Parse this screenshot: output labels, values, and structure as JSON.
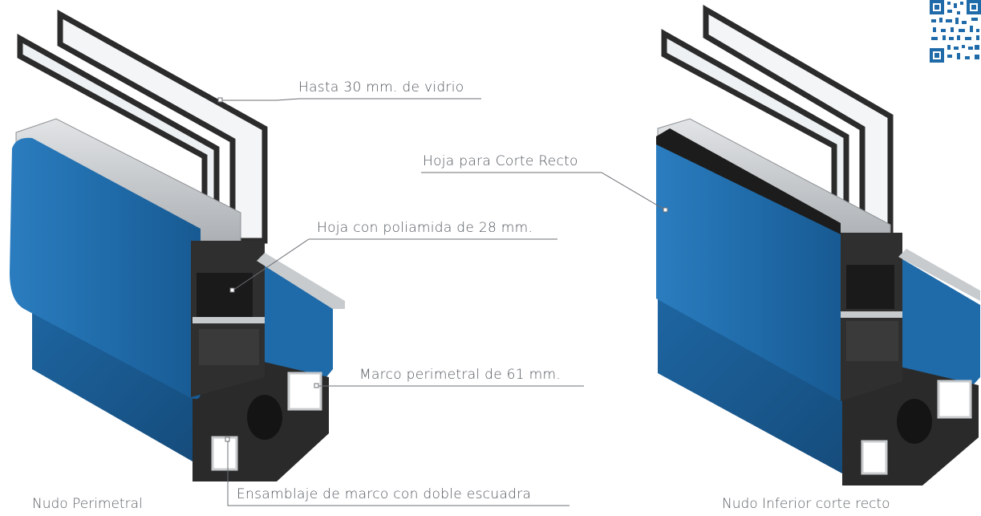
{
  "callouts": {
    "glass": "Hasta 30 mm. de vidrio",
    "polyamide": "Hoja con poliamida de 28 mm.",
    "frame": "Marco perimetral de 61 mm.",
    "assembly": "Ensamblaje de marco con doble escuadra",
    "straight_cut_leaf": "Hoja para Corte Recto"
  },
  "captions": {
    "left": "Nudo Perimetral",
    "right": "Nudo Inferior corte recto"
  },
  "colors": {
    "profile_blue": "#1f6aa8",
    "profile_blue_dark": "#174f80",
    "glass_frame": "#2b2b2b",
    "polyamide_black": "#1c1c1c",
    "aluminium": "#c8cbce",
    "leader_line": "#6b6f73"
  },
  "icons": {
    "qr": "qr-code-icon"
  }
}
